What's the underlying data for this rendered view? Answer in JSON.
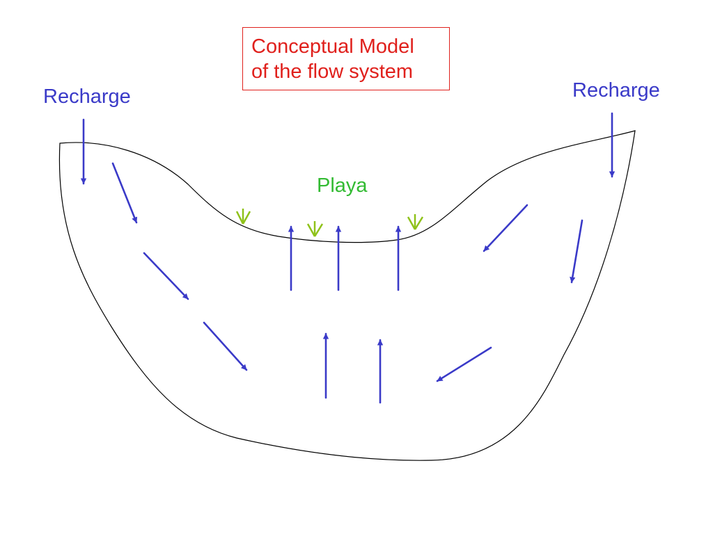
{
  "title": {
    "line1": "Conceptual Model",
    "line2": "of the flow system"
  },
  "labels": {
    "recharge_left": "Recharge",
    "recharge_right": "Recharge",
    "playa": "Playa"
  },
  "colors": {
    "title_text": "#e0201c",
    "title_border": "#e0201c",
    "recharge_text": "#3a3ac8",
    "playa_text": "#33bb33",
    "flow_arrow": "#3a3ac8",
    "evaporation_marks": "#8fc21a",
    "basin_outline": "#000000"
  },
  "icons": {
    "flow_arrow": "flow-arrow-icon",
    "evaporation": "evaporation-icon"
  }
}
